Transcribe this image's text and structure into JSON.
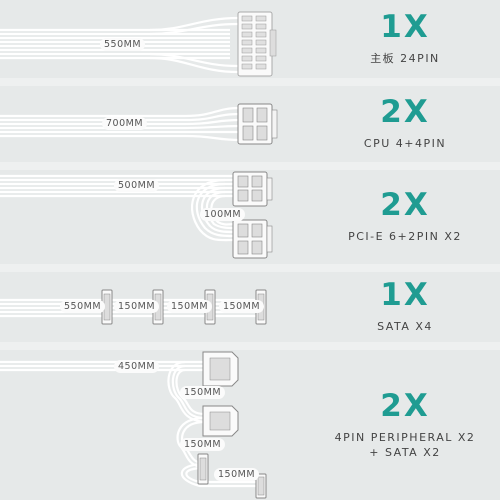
{
  "rows": [
    {
      "qty": "1X",
      "desc": [
        "主板 24PIN"
      ],
      "lengths": [
        "550MM"
      ]
    },
    {
      "qty": "2X",
      "desc": [
        "CPU 4+4PIN"
      ],
      "lengths": [
        "700MM"
      ]
    },
    {
      "qty": "2X",
      "desc": [
        "PCI-E 6+2PIN X2"
      ],
      "lengths": [
        "500MM",
        "100MM"
      ]
    },
    {
      "qty": "1X",
      "desc": [
        "SATA X4"
      ],
      "lengths": [
        "550MM",
        "150MM",
        "150MM",
        "150MM"
      ]
    },
    {
      "qty": "2X",
      "desc": [
        "4PIN PERIPHERAL X2",
        "+ SATA X2"
      ],
      "lengths": [
        "450MM",
        "150MM",
        "150MM",
        "150MM"
      ]
    }
  ],
  "colors": {
    "accent": "#1f9c92",
    "panel": "#e6e9e9",
    "background": "#eef0f0",
    "cable": "#ffffff"
  },
  "icons": [
    "atx-24pin-connector-icon",
    "cpu-8pin-connector-icon",
    "pcie-8pin-connector-icon",
    "sata-connector-icon",
    "molex-connector-icon"
  ]
}
